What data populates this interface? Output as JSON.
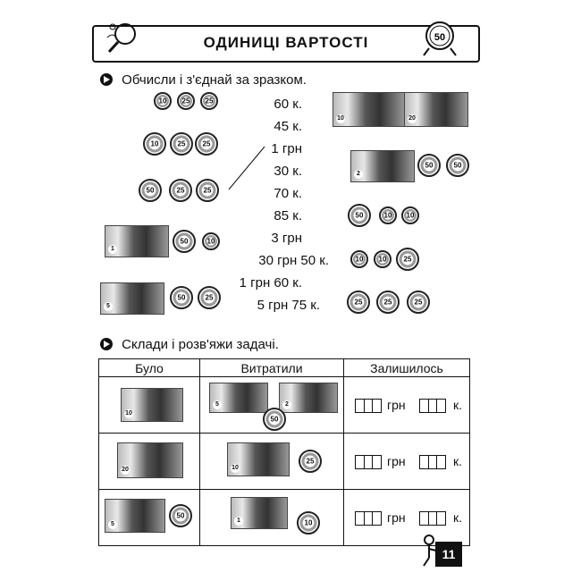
{
  "header": {
    "title": "ОДИНИЦІ ВАРТОСТІ"
  },
  "task1": {
    "instruction": "Обчисли і з'єднай за зразком.",
    "amounts": [
      "60 к.",
      "45 к.",
      "1 грн",
      "30 к.",
      "70 к.",
      "85 к.",
      "3 грн",
      "30 грн 50 к.",
      "1 грн 60 к.",
      "5 грн 75 к."
    ]
  },
  "task2": {
    "instruction": "Склади і розв'яжи задачі.",
    "headers": [
      "Було",
      "Витратили",
      "Залишилось"
    ],
    "unit_hrn": "грн",
    "unit_k": "к."
  },
  "page_number": "11"
}
